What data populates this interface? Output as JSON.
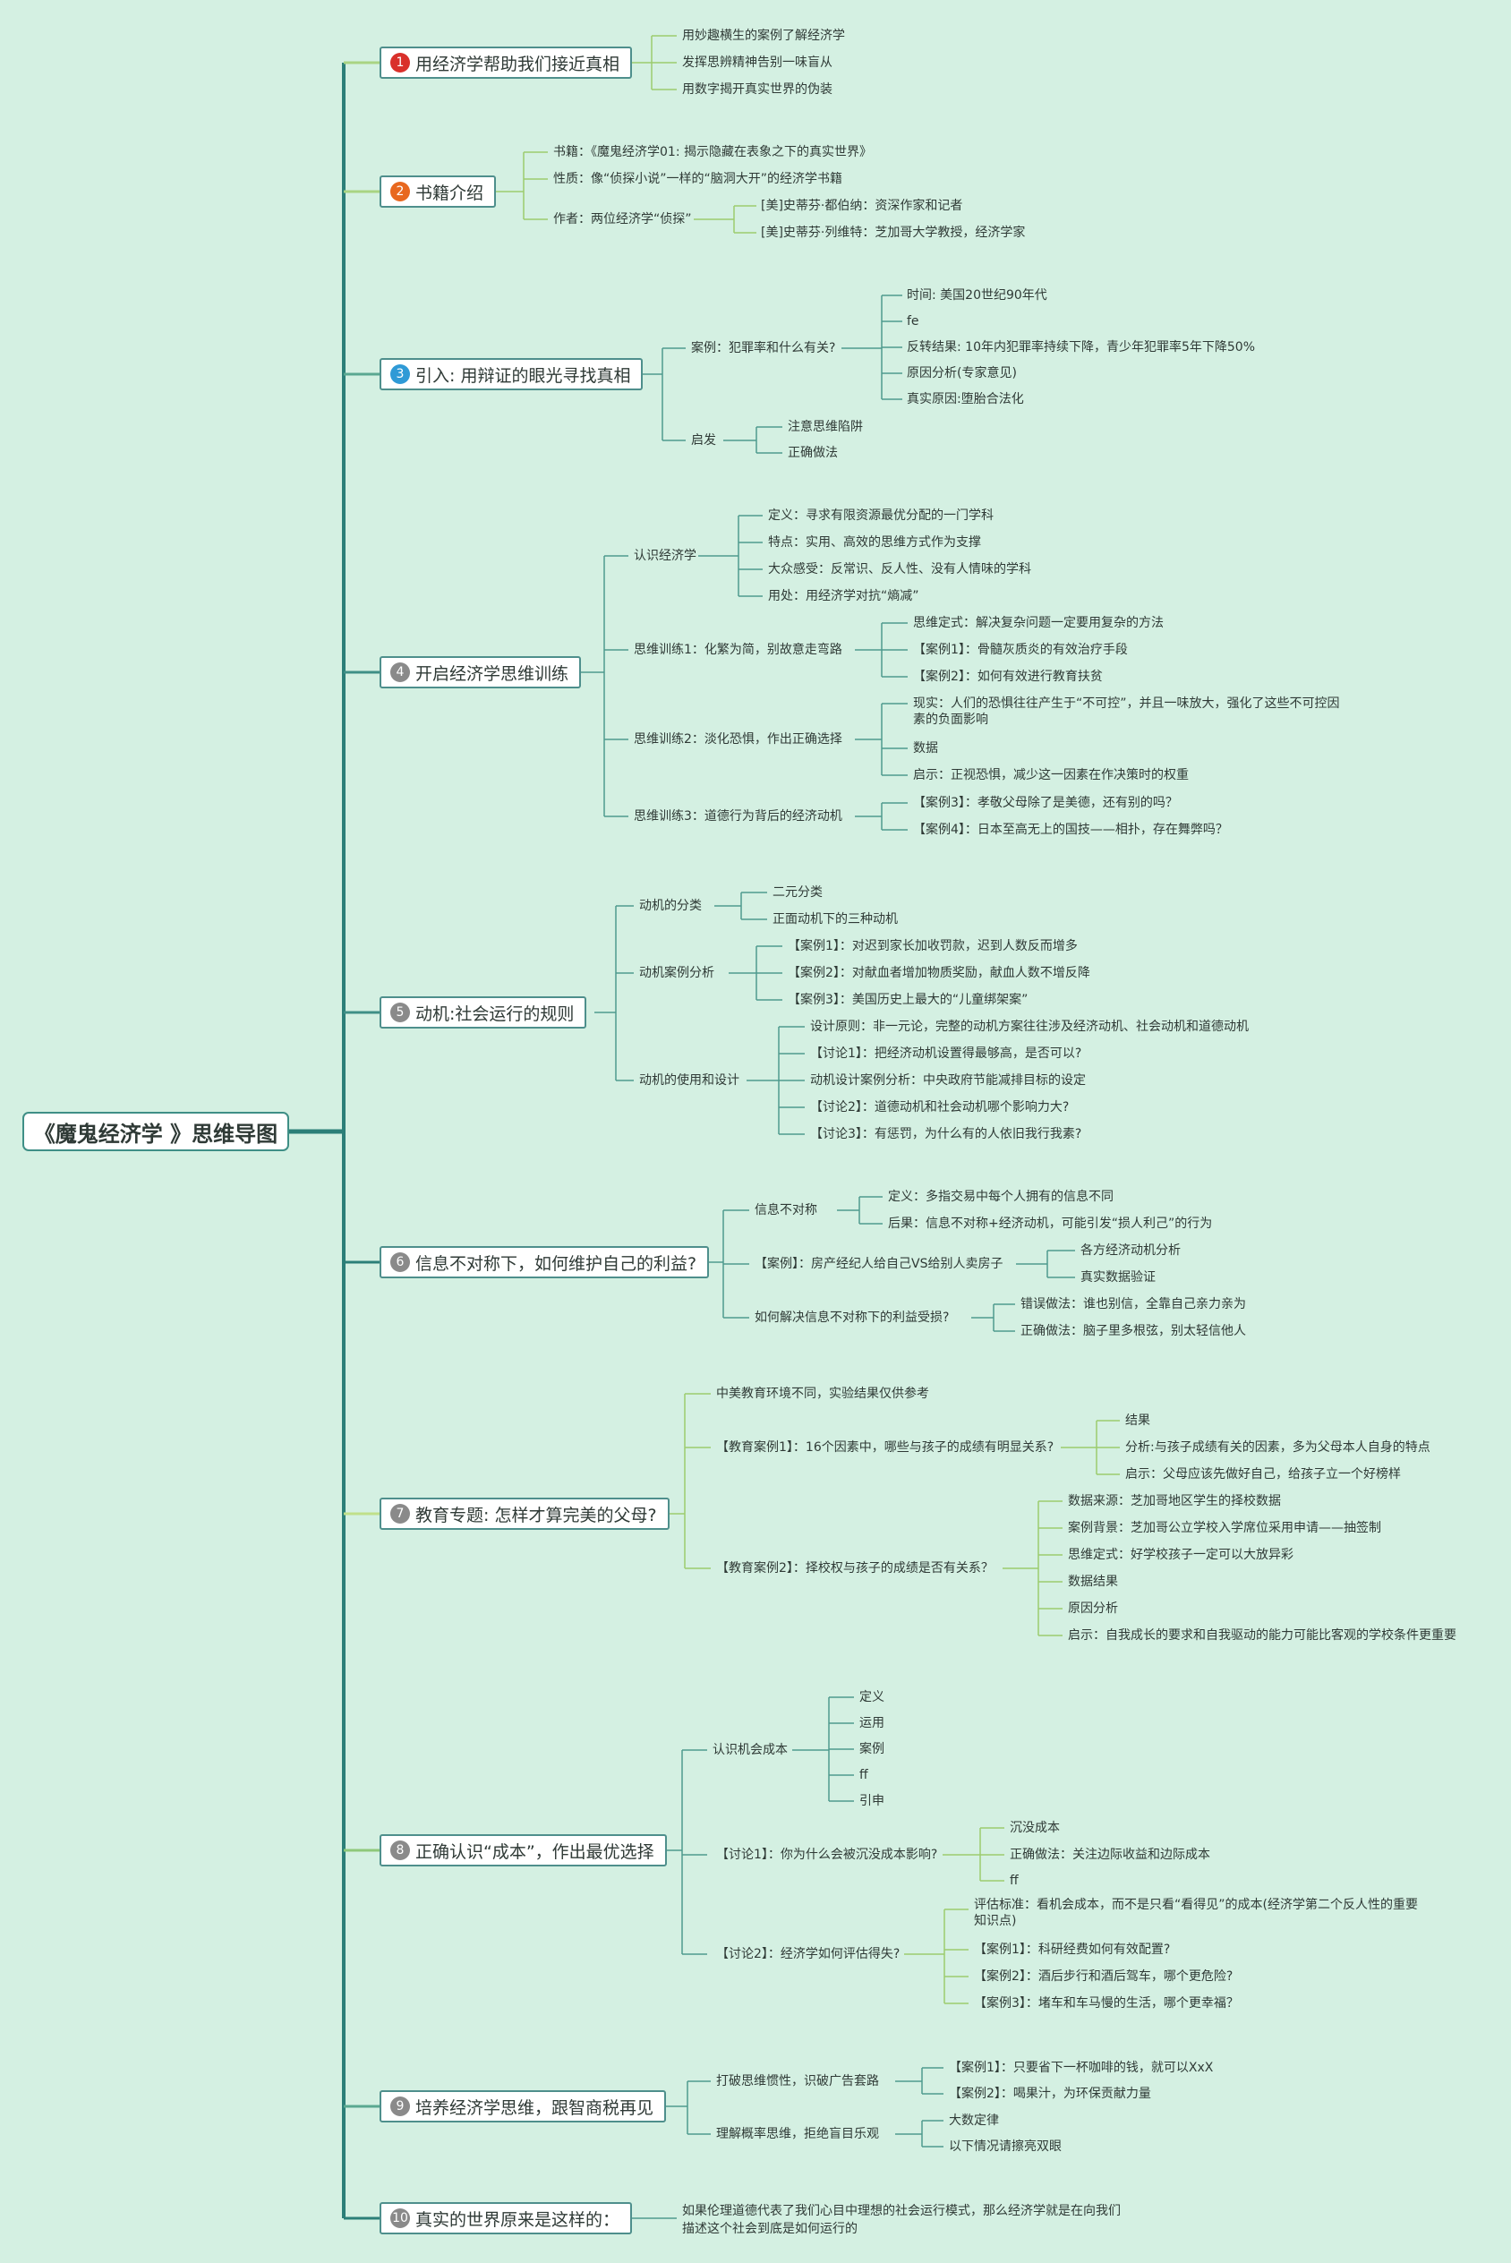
{
  "root": "《魔鬼经济学 》思维导图",
  "branches": [
    {
      "num": "1",
      "label": "用经济学帮助我们接近真相",
      "color": "#d9302b"
    },
    {
      "num": "2",
      "label": "书籍介绍",
      "color": "#e8681f"
    },
    {
      "num": "3",
      "label": "引入: 用辩证的眼光寻找真相",
      "color": "#2f9ad6"
    },
    {
      "num": "4",
      "label": "开启经济学思维训练",
      "color": "#8a8a8a"
    },
    {
      "num": "5",
      "label": "动机:社会运行的规则",
      "color": "#8a8a8a"
    },
    {
      "num": "6",
      "label": "信息不对称下，如何维护自己的利益?",
      "color": "#8a8a8a"
    },
    {
      "num": "7",
      "label": "教育专题: 怎样才算完美的父母?",
      "color": "#8a8a8a"
    },
    {
      "num": "8",
      "label": "正确认识“成本”，作出最优选择",
      "color": "#8a8a8a"
    },
    {
      "num": "9",
      "label": "培养经济学思维，跟智商税再见",
      "color": "#8a8a8a"
    },
    {
      "num": "10",
      "label": "真实的世界原来是这样的：",
      "color": "#8a8a8a"
    }
  ],
  "b1": [
    "用妙趣横生的案例了解经济学",
    "发挥思辨精神告别一味盲从",
    "用数字揭开真实世界的伪装"
  ],
  "b2": {
    "book": "书籍：《魔鬼经济学01: 揭示隐藏在表象之下的真实世界》",
    "nature": "性质：像“侦探小说”一样的“脑洞大开”的经济学书籍",
    "author": "作者：两位经济学“侦探”",
    "authors": [
      "[美]史蒂芬·都伯纳：资深作家和记者",
      "[美]史蒂芬·列维特：芝加哥大学教授，经济学家"
    ]
  },
  "b3": {
    "case": "案例：犯罪率和什么有关?",
    "case_items": [
      "时间: 美国20世纪90年代",
      "fe",
      "反转结果: 10年内犯罪率持续下降，青少年犯罪率5年下降50%",
      "原因分析(专家意见)",
      "真实原因:堕胎合法化"
    ],
    "inspire": "启发",
    "inspire_items": [
      "注意思维陷阱",
      "正确做法"
    ]
  },
  "b4": {
    "know": "认识经济学",
    "know_items": [
      "定义：寻求有限资源最优分配的一门学科",
      "特点：实用、高效的思维方式作为支撑",
      "大众感受：反常识、反人性、没有人情味的学科",
      "用处：用经济学对抗“熵减”"
    ],
    "t1": "思维训练1：化繁为简，别故意走弯路",
    "t1_items": [
      "思维定式：解决复杂问题一定要用复杂的方法",
      "【案例1】：骨髓灰质炎的有效治疗手段",
      "【案例2】：如何有效进行教育扶贫"
    ],
    "t2": "思维训练2：淡化恐惧，作出正确选择",
    "t2_items": [
      "现实：人们的恐惧往往产生于“不可控”，并且一味放大，强化了这些不可控因素的负面影响",
      "数据",
      "启示：正视恐惧，减少这一因素在作决策时的权重"
    ],
    "t3": "思维训练3：道德行为背后的经济动机",
    "t3_items": [
      "【案例3】：孝敬父母除了是美德，还有别的吗？",
      "【案例4】：日本至高无上的国技——相扑，存在舞弊吗？"
    ]
  },
  "b5": {
    "cls": "动机的分类",
    "cls_items": [
      "二元分类",
      "正面动机下的三种动机"
    ],
    "ana": "动机案例分析",
    "ana_items": [
      "【案例1】：对迟到家长加收罚款，迟到人数反而增多",
      "【案例2】：对献血者增加物质奖励，献血人数不增反降",
      "【案例3】：美国历史上最大的“儿童绑架案”"
    ],
    "use": "动机的使用和设计",
    "use_items": [
      "设计原则：非一元论，完整的动机方案往往涉及经济动机、社会动机和道德动机",
      "【讨论1】：把经济动机设置得最够高，是否可以?",
      "动机设计案例分析：中央政府节能减排目标的设定",
      "【讨论2】：道德动机和社会动机哪个影响力大?",
      "【讨论3】：有惩罚，为什么有的人依旧我行我素?"
    ]
  },
  "b6": {
    "info": "信息不对称",
    "info_items": [
      "定义：多指交易中每个人拥有的信息不同",
      "后果：信息不对称+经济动机，可能引发“损人利己”的行为"
    ],
    "case": "【案例】：房产经纪人给自己VS给别人卖房子",
    "case_items": [
      "各方经济动机分析",
      "真实数据验证"
    ],
    "avoid": "如何解决信息不对称下的利益受损?",
    "avoid_items": [
      "错误做法：谁也别信，全靠自己亲力亲为",
      "正确做法：脑子里多根弦，别太轻信他人"
    ]
  },
  "b7": {
    "note": "中美教育环境不同，实验结果仅供参考",
    "c1": "【教育案例1】：16个因素中，哪些与孩子的成绩有明显关系?",
    "c1_items": [
      "结果",
      "分析:与孩子成绩有关的因素，多为父母本人自身的特点",
      "启示：父母应该先做好自己，给孩子立一个好榜样"
    ],
    "c2": "【教育案例2】：择校权与孩子的成绩是否有关系？",
    "c2_items": [
      "数据来源：芝加哥地区学生的择校数据",
      "案例背景：芝加哥公立学校入学席位采用申请——抽签制",
      "思维定式：好学校孩子一定可以大放异彩",
      "数据结果",
      "原因分析",
      "启示：自我成长的要求和自我驱动的能力可能比客观的学校条件更重要"
    ]
  },
  "b8": {
    "know": "认识机会成本",
    "know_items": [
      "定义",
      "运用",
      "案例",
      "ff",
      "引申"
    ],
    "d1": "【讨论1】：你为什么会被沉没成本影响?",
    "d1_items": [
      "沉没成本",
      "正确做法：关注边际收益和边际成本",
      "ff"
    ],
    "d2": "【讨论2】：经济学如何评估得失?",
    "d2_items": [
      "评估标准：看机会成本，而不是只看“看得见”的成本(经济学第二个反人性的重要知识点)",
      "【案例1】：科研经费如何有效配置?",
      "【案例2】：酒后步行和酒后驾车，哪个更危险?",
      "【案例3】：堵车和车马慢的生活，哪个更幸福？"
    ]
  },
  "b9": {
    "ad": "打破思维惯性，识破广告套路",
    "ad_items": [
      "【案例1】：只要省下一杯咖啡的钱，就可以XxX",
      "【案例2】：喝果汁，为环保贡献力量"
    ],
    "prob": "理解概率思维，拒绝盲目乐观",
    "prob_items": [
      "大数定律",
      "以下情况请擦亮双眼"
    ]
  },
  "b10": [
    "如果伦理道德代表了我们心目中理想的社会运行模式，那么经济学就是在向我们",
    "描述这个社会到底是如何运行的"
  ]
}
